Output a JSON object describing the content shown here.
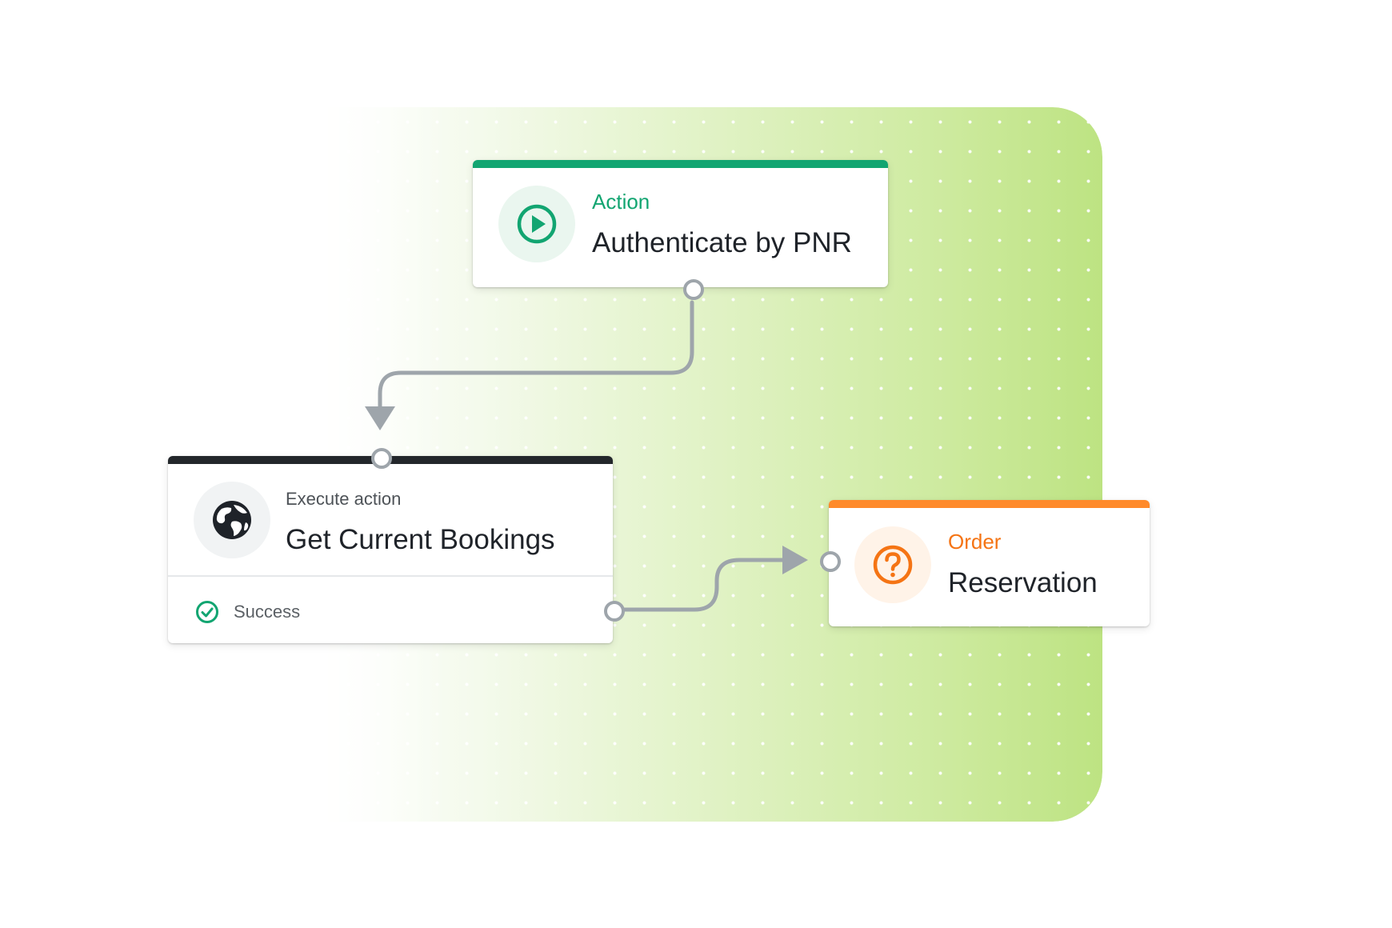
{
  "nodes": {
    "action": {
      "type_label": "Action",
      "title": "Authenticate by PNR",
      "icon": "play-circle-icon",
      "accent_color": "#12a571"
    },
    "execute": {
      "type_label": "Execute action",
      "title": "Get Current Bookings",
      "icon": "globe-icon",
      "accent_color": "#23272b",
      "status_label": "Success",
      "status_icon": "check-circle-icon",
      "status_color": "#12a571"
    },
    "order": {
      "type_label": "Order",
      "title": "Reservation",
      "icon": "question-circle-icon",
      "accent_color": "#ff8a2a"
    }
  },
  "edges": [
    {
      "from": "action",
      "to": "execute"
    },
    {
      "from": "execute.success",
      "to": "order"
    }
  ],
  "colors": {
    "connector": "#9ea5ab",
    "background_gradient_end": "#bde382"
  }
}
